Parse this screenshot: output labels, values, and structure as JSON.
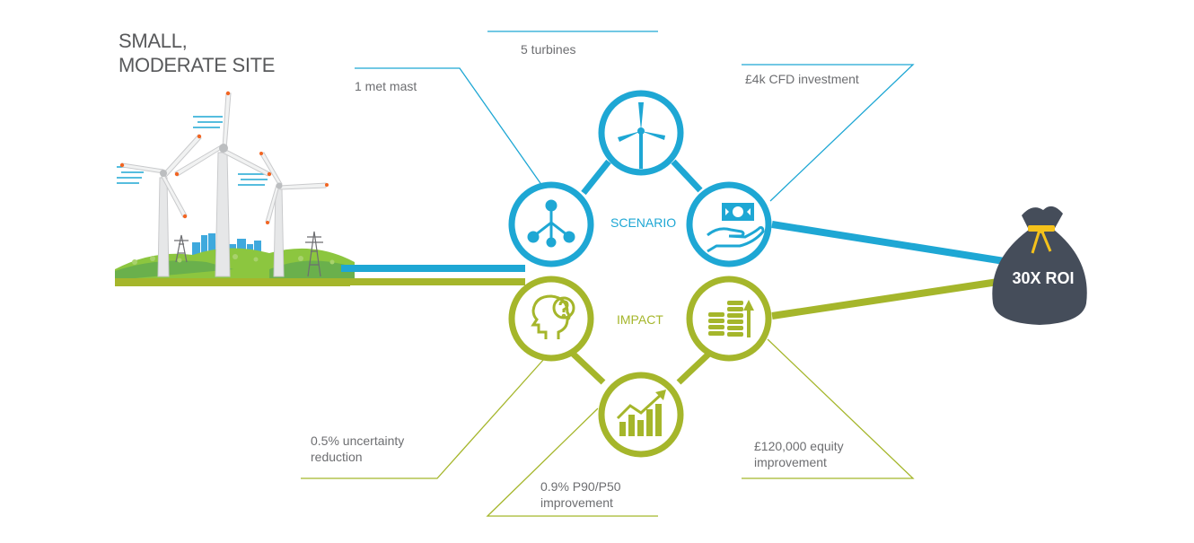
{
  "title": {
    "line1": "SMALL,",
    "line2": "MODERATE SITE"
  },
  "colors": {
    "blue": "#1ea7d4",
    "green": "#a5b62b",
    "bag": "#454d5a",
    "ribbon": "#f5c21b"
  },
  "hubs": {
    "scenario": "SCENARIO",
    "impact": "IMPACT"
  },
  "nodes": {
    "met_mast": {
      "icon": "met-mast-icon",
      "label": "1 met mast"
    },
    "turbines": {
      "icon": "wind-turbine-icon",
      "label": "5 turbines"
    },
    "cfd": {
      "icon": "money-hand-icon",
      "label": "£4k CFD investment"
    },
    "uncertainty": {
      "icon": "head-question-icon",
      "label_line1": "0.5% uncertainty",
      "label_line2": "reduction"
    },
    "p90": {
      "icon": "rising-chart-icon",
      "label_line1": "0.9% P90/P50",
      "label_line2": "improvement"
    },
    "equity": {
      "icon": "coins-growth-icon",
      "label_line1": "£120,000 equity",
      "label_line2": "improvement"
    }
  },
  "result": {
    "icon": "money-bag-icon",
    "label": "30X ROI"
  }
}
